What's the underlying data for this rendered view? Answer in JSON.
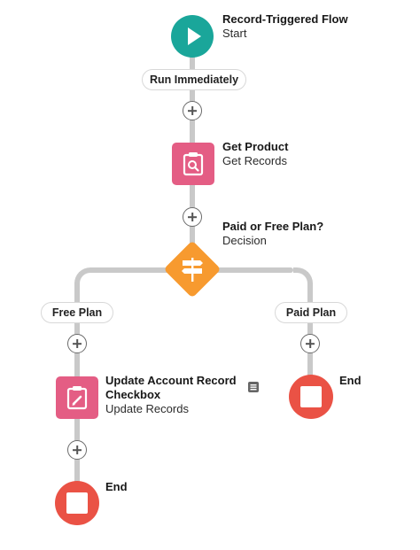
{
  "start": {
    "title": "Record-Triggered Flow",
    "subtitle": "Start",
    "icon": "play-icon",
    "color": "#1aa69a"
  },
  "run_immediately_label": "Run Immediately",
  "get_product": {
    "title": "Get Product",
    "subtitle": "Get Records",
    "icon": "search-record-icon",
    "color": "#e45d84"
  },
  "decision": {
    "title": "Paid or Free Plan?",
    "subtitle": "Decision",
    "icon": "signpost-icon",
    "color": "#f79a2f"
  },
  "branches": {
    "free": {
      "label": "Free Plan"
    },
    "paid": {
      "label": "Paid Plan"
    }
  },
  "update_account": {
    "title_line1": "Update Account Record",
    "title_line2": "Checkbox",
    "subtitle": "Update Records",
    "icon": "edit-clipboard-icon",
    "color": "#e45d84",
    "has_description_icon": "description-icon"
  },
  "end_free": {
    "title": "End",
    "color": "#ea5245"
  },
  "end_paid": {
    "title": "End",
    "color": "#ea5245"
  },
  "connector_color": "#c9c9c9"
}
